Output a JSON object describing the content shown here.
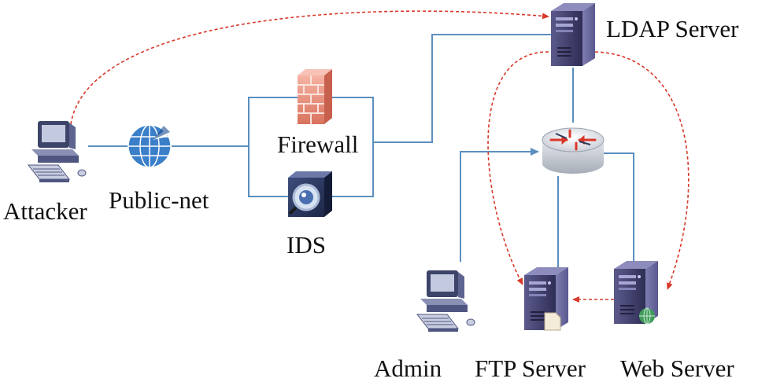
{
  "labels": {
    "attacker": "Attacker",
    "public_net": "Public-net",
    "firewall": "Firewall",
    "ids": "IDS",
    "ldap_server": "LDAP Server",
    "admin": "Admin",
    "ftp_server": "FTP Server",
    "web_server": "Web Server"
  },
  "colors": {
    "link": "#5b8fc0",
    "attack_path": "#d9382a",
    "server_body": "#4b4a78",
    "firewall": "#e88a78",
    "globe": "#3b7fc9"
  },
  "icons": {
    "attacker": "workstation-icon",
    "public_net": "globe-icon",
    "firewall": "firewall-icon",
    "ids": "ids-camera-icon",
    "ldap_server": "server-tower-icon",
    "router": "router-icon",
    "admin": "workstation-icon",
    "ftp_server": "server-tower-icon",
    "web_server": "server-tower-icon"
  }
}
